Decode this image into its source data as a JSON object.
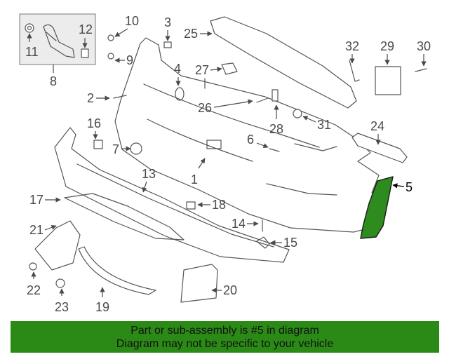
{
  "diagram": {
    "highlight_color": "#2e8b1e",
    "callouts": [
      "1",
      "2",
      "3",
      "4",
      "5",
      "6",
      "7",
      "8",
      "9",
      "10",
      "11",
      "12",
      "13",
      "14",
      "15",
      "16",
      "17",
      "18",
      "19",
      "20",
      "21",
      "22",
      "23",
      "24",
      "25",
      "26",
      "27",
      "28",
      "29",
      "30",
      "31",
      "32"
    ],
    "highlighted_callout": "5"
  },
  "banner": {
    "color": "#2b8a16",
    "line1": "Part or sub-assembly is #5 in diagram",
    "line2": "Diagram may not be specific to your vehicle"
  }
}
